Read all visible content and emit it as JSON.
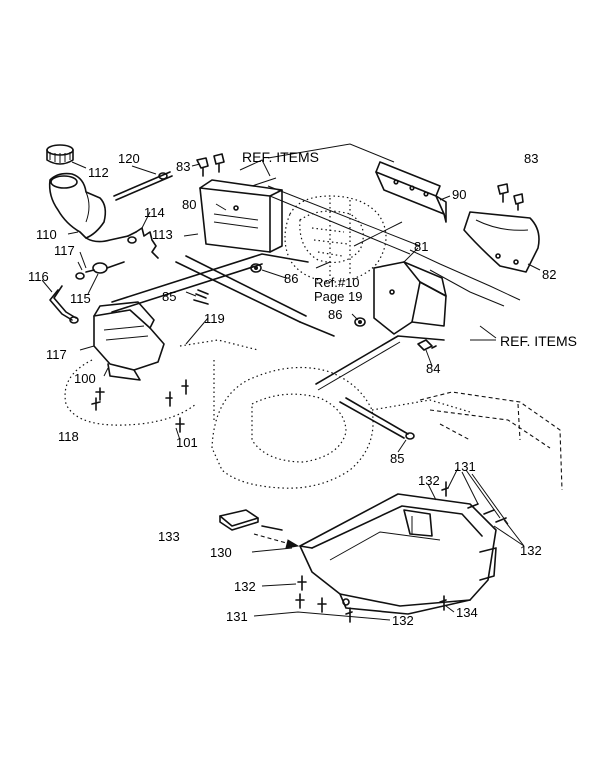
{
  "diagram": {
    "labels": {
      "l83a": "83",
      "l83b": "83",
      "l112": "112",
      "l120": "120",
      "l110": "110",
      "l114": "114",
      "l113": "113",
      "l80": "80",
      "l117a": "117",
      "l116": "116",
      "l115": "115",
      "l117b": "117",
      "l85a": "85",
      "l86a": "86",
      "l119": "119",
      "l100": "100",
      "l118": "118",
      "l101": "101",
      "l90": "90",
      "l81": "81",
      "l82": "82",
      "l86b": "86",
      "l84": "84",
      "l85b": "85",
      "l131a": "131",
      "l132a": "132",
      "l132b": "132",
      "l133": "133",
      "l130": "130",
      "l132c": "132",
      "l131b": "131",
      "l132d": "132",
      "l134": "134"
    },
    "ref_items_top": "REF. ITEMS",
    "ref_items_right": "REF. ITEMS",
    "ref_note_line1": "Ref.#10",
    "ref_note_line2": "Page 19"
  }
}
